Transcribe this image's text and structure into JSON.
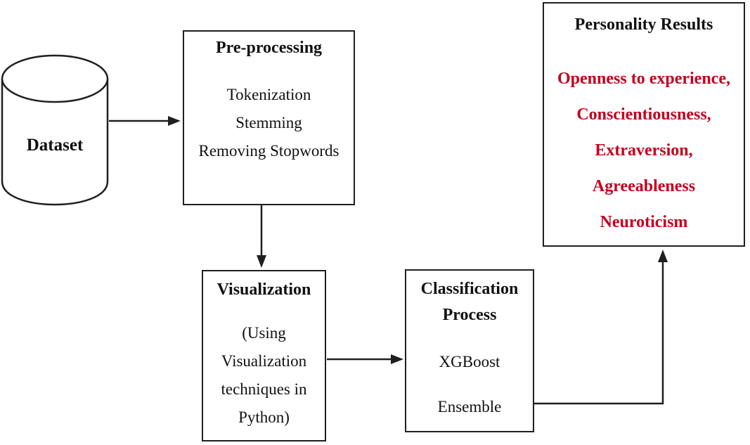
{
  "figure": {
    "type": "flowchart",
    "description": "Personality prediction pipeline flow diagram"
  },
  "colors": {
    "trait_red": "#c3001f",
    "line_stroke": "#1f1f1f"
  },
  "nodes": {
    "dataset": {
      "shape": "cylinder",
      "label": "Dataset"
    },
    "preprocessing": {
      "title": "Pre-processing",
      "steps": [
        "Tokenization",
        "Stemming",
        "Removing Stopwords"
      ]
    },
    "visualization": {
      "title": "Visualization",
      "lines": [
        "(Using",
        "Visualization",
        "techniques in",
        "Python)"
      ]
    },
    "classification": {
      "title_line1": "Classification",
      "title_line2": "Process",
      "methods": [
        "XGBoost",
        "Ensemble"
      ]
    },
    "personality": {
      "title": "Personality Results",
      "traits": [
        "Openness to experience,",
        "Conscientiousness,",
        "Extraversion,",
        "Agreeableness",
        "Neuroticism"
      ]
    }
  },
  "edges": [
    {
      "from": "dataset",
      "to": "preprocessing"
    },
    {
      "from": "preprocessing",
      "to": "visualization"
    },
    {
      "from": "visualization",
      "to": "classification"
    },
    {
      "from": "classification",
      "to": "personality"
    }
  ]
}
